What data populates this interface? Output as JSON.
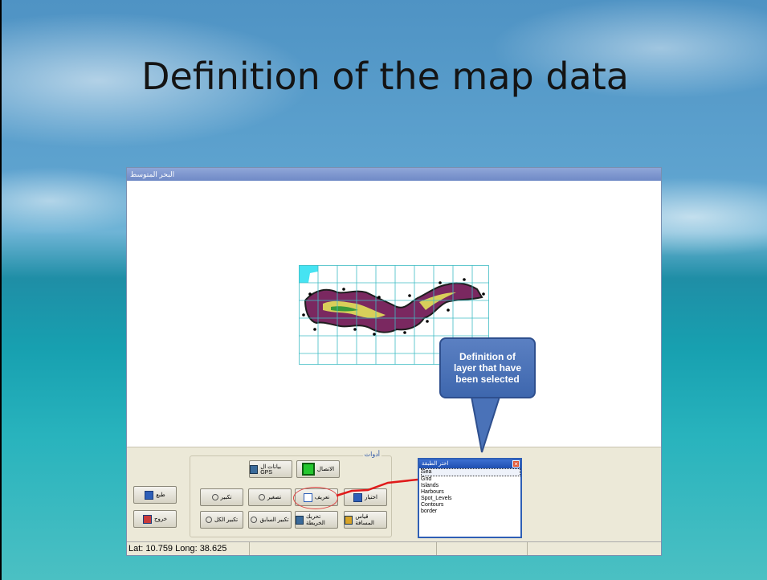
{
  "slide": {
    "title": "Definition of the map data"
  },
  "app": {
    "title": "البحر المتوسط",
    "tools_group_label": "أدوات",
    "buttons": {
      "connect": "الاتصال",
      "gps": "بيانات ال GPS",
      "select": "اختيار",
      "define": "تعريف",
      "zoom_out": "تصغير",
      "zoom_in": "تكبير",
      "print": "طبع",
      "measure": "قياس المسافة",
      "pan": "تحريك الخريطة",
      "prev_zoom": "تكبير السابق",
      "full_zoom": "تكبير الكل",
      "exit": "خروج"
    },
    "status": {
      "coords": "Lat: 10.759 Long: 38.625"
    }
  },
  "layer_window": {
    "title": "اختر الطبقة",
    "close": "✕",
    "layers": [
      "Sea",
      "Grid",
      "Islands",
      "Harbours",
      "Spot_Levels",
      "Contours",
      "border"
    ],
    "selected_layer": "Sea"
  },
  "callout": {
    "line1": "Definition of",
    "line2": "layer that have",
    "line3": "been selected"
  },
  "colors": {
    "callout": "#4a72b8",
    "titlebar": "#7f98d0",
    "highlight": "#dd4444",
    "land": "#e3e3e3",
    "water": "#3fe0f0"
  }
}
